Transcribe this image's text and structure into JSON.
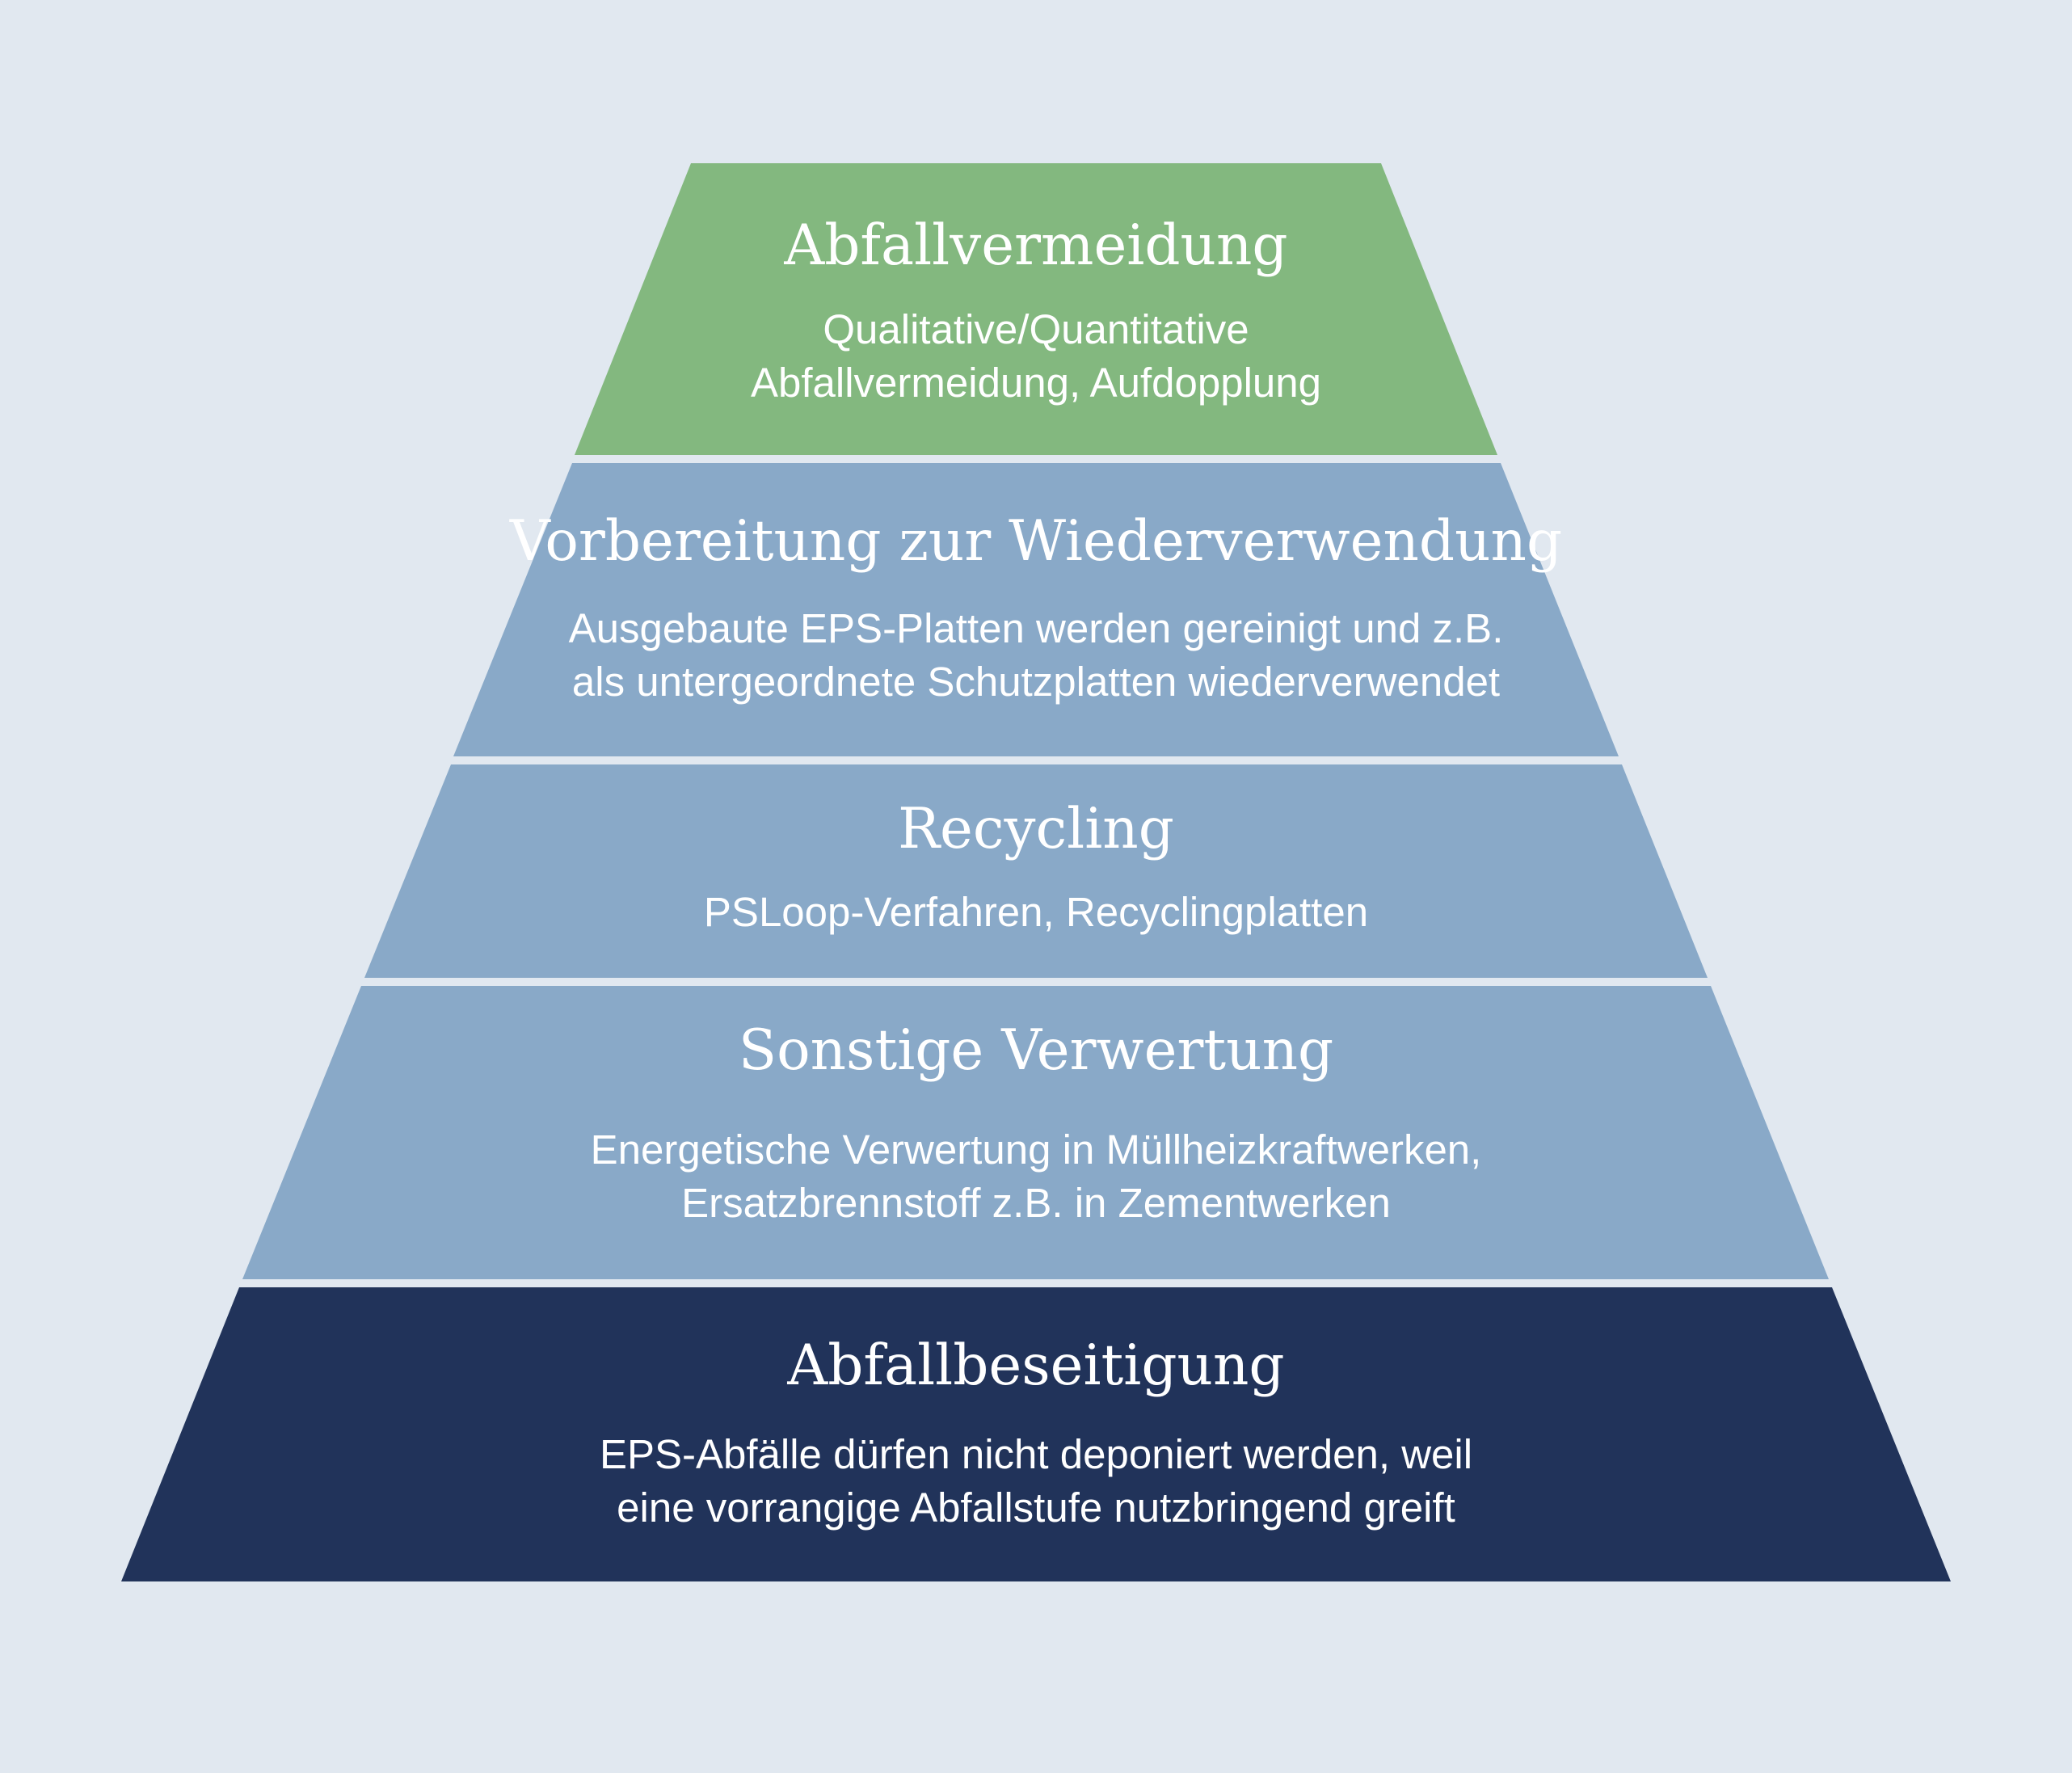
{
  "colors": {
    "background": "#e1e8f0",
    "level_top": "#83b87f",
    "level_middle": "#89a9c8",
    "level_bottom": "#21335a",
    "text": "#ffffff"
  },
  "pyramid": {
    "levels": [
      {
        "title": "Abfallvermeidung",
        "lines": [
          "Qualitative/Quantitative",
          "Abfallvermeidung, Aufdopplung"
        ],
        "color": "#83b87f"
      },
      {
        "title": "Vorbereitung zur Wiederverwendung",
        "lines": [
          "Ausgebaute EPS-Platten werden gereinigt und z.B.",
          "als untergeordnete Schutzplatten wiederverwendet"
        ],
        "color": "#89a9c8"
      },
      {
        "title": "Recycling",
        "lines": [
          "PSLoop-Verfahren, Recyclingplatten"
        ],
        "color": "#89a9c8"
      },
      {
        "title": "Sonstige Verwertung",
        "lines": [
          "Energetische Verwertung in Müllheizkraftwerken,",
          "Ersatzbrennstoff z.B. in Zementwerken"
        ],
        "color": "#89a9c8"
      },
      {
        "title": "Abfallbeseitigung",
        "lines": [
          "EPS-Abfälle dürfen nicht deponiert werden, weil",
          "eine vorrangige Abfallstufe nutzbringend greift"
        ],
        "color": "#21335a"
      }
    ]
  }
}
